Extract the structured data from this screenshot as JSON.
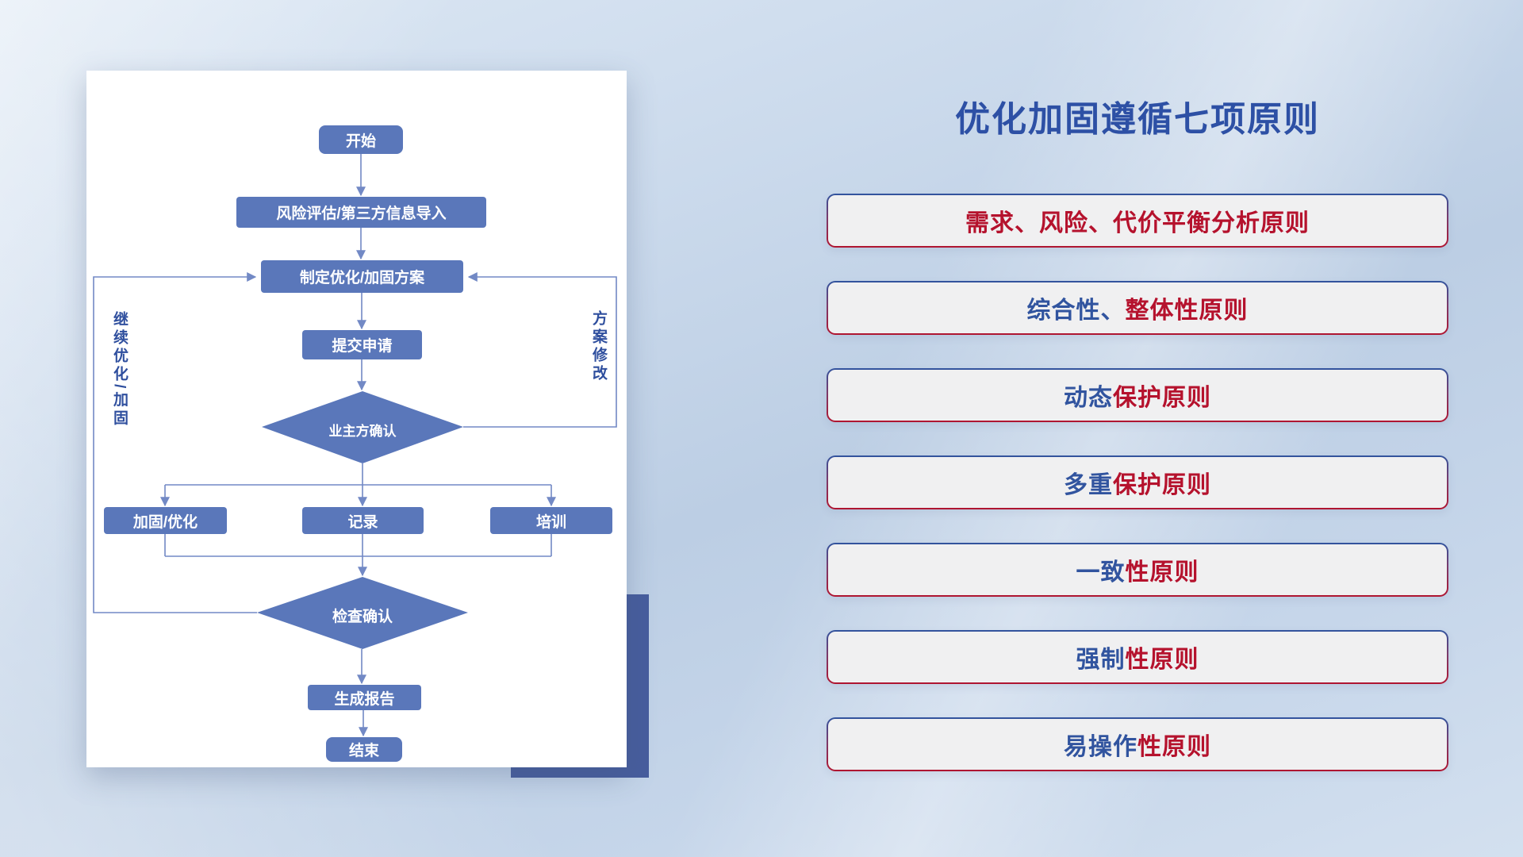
{
  "flowchart": {
    "nodes": {
      "start": "开始",
      "risk": "风险评估/第三方信息导入",
      "plan": "制定优化/加固方案",
      "submit": "提交申请",
      "owner_confirm": "业主方确认",
      "reinforce": "加固/优化",
      "record": "记录",
      "training": "培训",
      "check_confirm": "检查确认",
      "report": "生成报告",
      "end": "结束"
    },
    "labels": {
      "left_loop": "继续优化/加固",
      "right_loop": "方案修改"
    },
    "colors": {
      "node_fill": "#5a77ba",
      "connector": "#7289c5"
    }
  },
  "panel": {
    "title": "优化加固遵循七项原则",
    "title_color": "#2d50a5",
    "principles": [
      {
        "parts": [
          {
            "text": "需求、风险、代价平衡分析原则",
            "color": "#b5122d"
          }
        ]
      },
      {
        "parts": [
          {
            "text": "综合性、",
            "color": "#31549f"
          },
          {
            "text": "整体性原则",
            "color": "#b5122d"
          }
        ]
      },
      {
        "parts": [
          {
            "text": "动态",
            "color": "#31549f"
          },
          {
            "text": "保护原则",
            "color": "#b5122d"
          }
        ]
      },
      {
        "parts": [
          {
            "text": "多重",
            "color": "#31549f"
          },
          {
            "text": "保护原则",
            "color": "#b5122d"
          }
        ]
      },
      {
        "parts": [
          {
            "text": "一致",
            "color": "#31549f"
          },
          {
            "text": "性原则",
            "color": "#b5122d"
          }
        ]
      },
      {
        "parts": [
          {
            "text": "强制",
            "color": "#31549f"
          },
          {
            "text": "性原则",
            "color": "#b5122d"
          }
        ]
      },
      {
        "parts": [
          {
            "text": "易操作",
            "color": "#31549f"
          },
          {
            "text": "性原则",
            "color": "#b5122d"
          }
        ]
      }
    ]
  }
}
